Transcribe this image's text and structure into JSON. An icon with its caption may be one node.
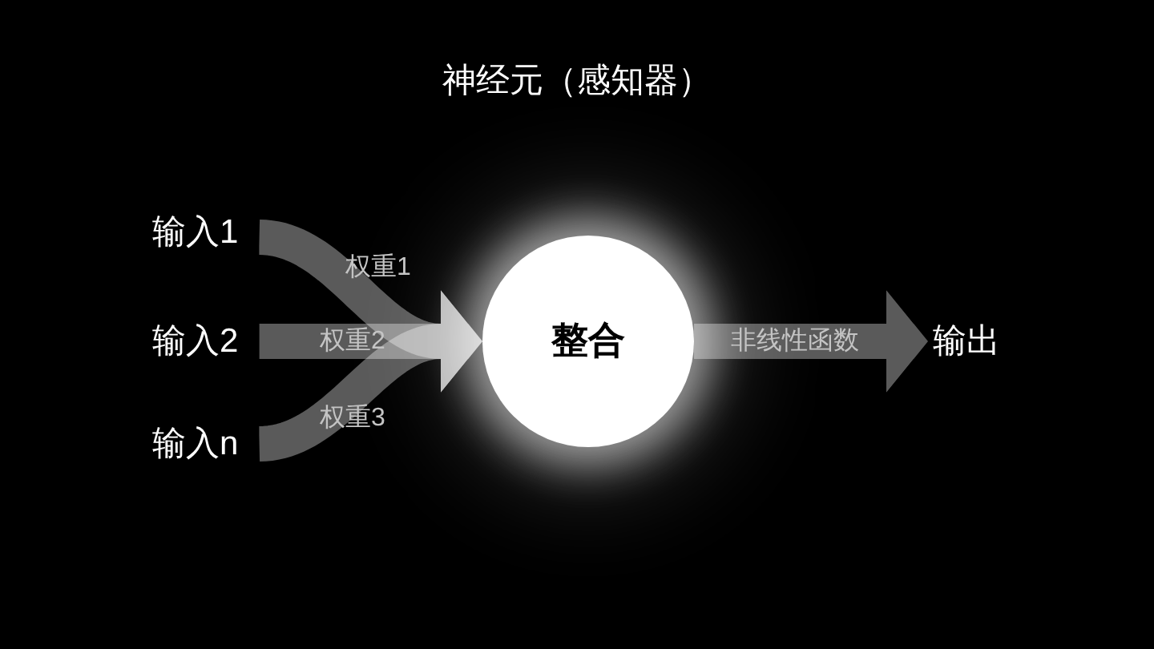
{
  "diagram": {
    "title": "神经元（感知器）",
    "nodes": [
      {
        "text": [
          "输入1"
        ]
      },
      {
        "text": [
          "输入2"
        ]
      },
      {
        "text": [
          "输入n"
        ]
      },
      {
        "text": [
          "整合"
        ]
      },
      {
        "text": [
          "输出"
        ]
      }
    ],
    "edges": [
      {
        "from": 0,
        "to": 3,
        "arrow": "to",
        "label": "权重1"
      },
      {
        "from": 1,
        "to": 3,
        "arrow": "to",
        "label": "权重2"
      },
      {
        "from": 2,
        "to": 3,
        "arrow": "to",
        "label": "权重3"
      },
      {
        "from": 3,
        "to": 4,
        "arrow": "to",
        "label": "非线性函数"
      }
    ]
  }
}
